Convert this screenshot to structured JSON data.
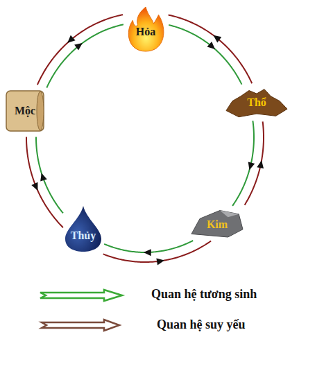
{
  "diagram": {
    "nodes": [
      {
        "text": [
          "Hỏa"
        ]
      },
      {
        "text": [
          "Thổ"
        ]
      },
      {
        "text": [
          "Kim"
        ]
      },
      {
        "text": [
          "Thủy"
        ]
      },
      {
        "text": [
          "Mộc"
        ]
      }
    ],
    "edges": [
      {
        "from": 4,
        "to": 0,
        "arrow": "to"
      },
      {
        "from": 0,
        "to": 1,
        "arrow": "to"
      },
      {
        "from": 1,
        "to": 2,
        "arrow": "to"
      },
      {
        "from": 2,
        "to": 3,
        "arrow": "to"
      },
      {
        "from": 3,
        "to": 4,
        "arrow": "to"
      },
      {
        "from": 0,
        "to": 4,
        "arrow": "to"
      },
      {
        "from": 4,
        "to": 3,
        "arrow": "to"
      },
      {
        "from": 3,
        "to": 2,
        "arrow": "to"
      },
      {
        "from": 2,
        "to": 1,
        "arrow": "to"
      },
      {
        "from": 1,
        "to": 0,
        "arrow": "to"
      }
    ],
    "legend": [
      {
        "text": "Quan hệ tương sinh"
      },
      {
        "text": "Quan hệ suy yếu"
      }
    ]
  }
}
